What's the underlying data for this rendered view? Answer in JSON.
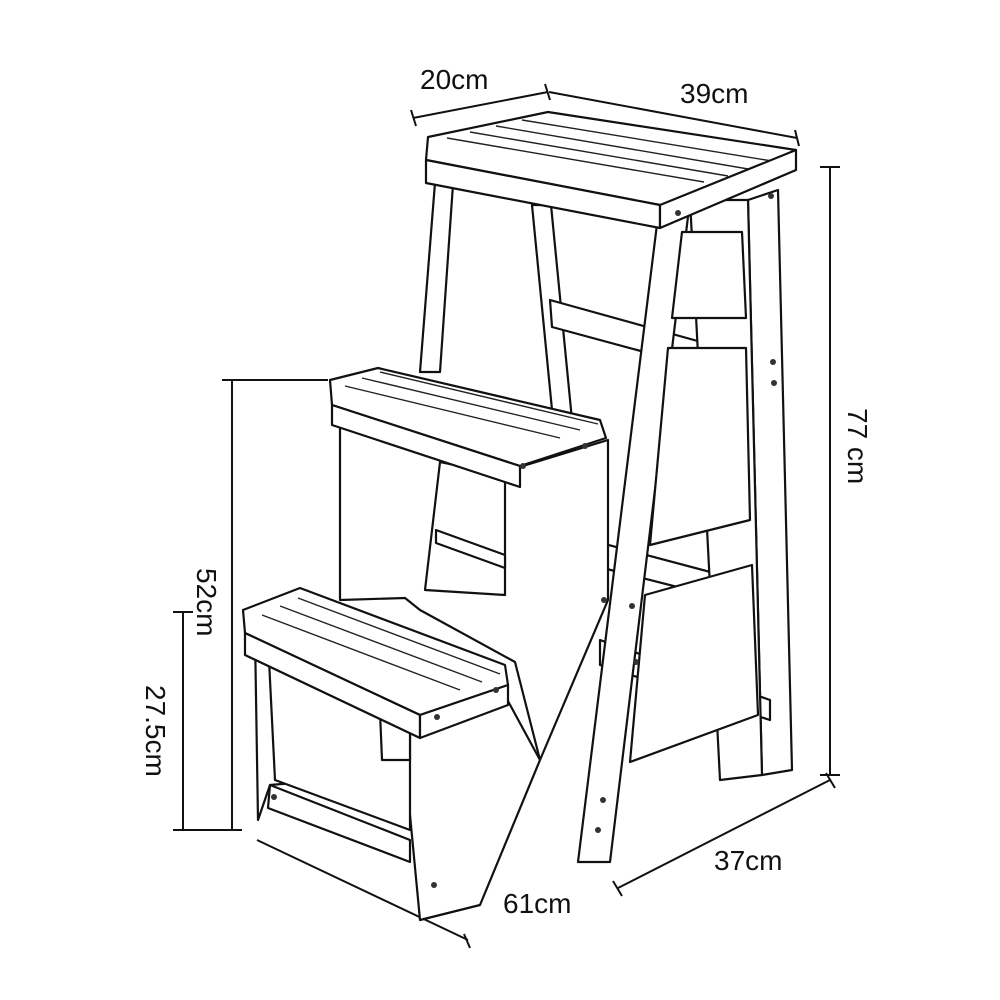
{
  "dimensions": {
    "top_depth": "20cm",
    "top_width": "39cm",
    "total_height": "77 cm",
    "second_step_height": "52cm",
    "first_step_height": "27.5cm",
    "base_width": "37cm",
    "base_depth": "61cm"
  }
}
